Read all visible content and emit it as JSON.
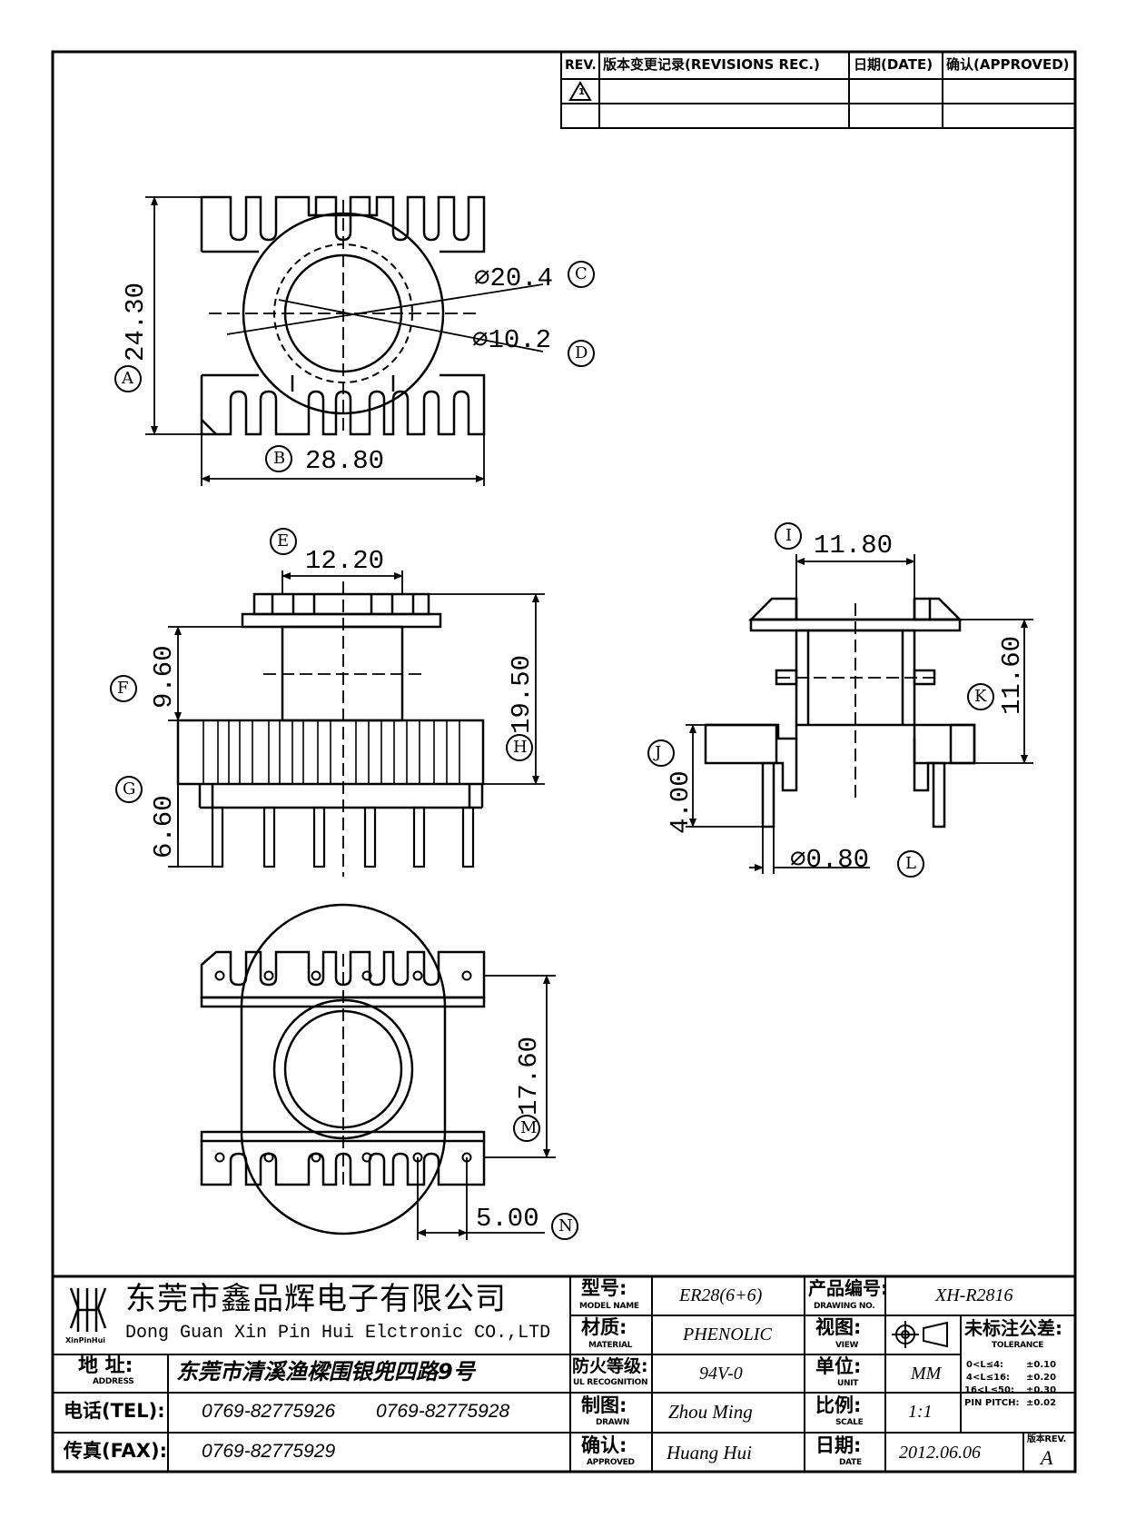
{
  "revision_table": {
    "headers": {
      "rev": "REV.",
      "revisions": "版本变更记录(REVISIONS REC.)",
      "date": "日期(DATE)",
      "approved": "确认(APPROVED)"
    },
    "row1_rev": "1"
  },
  "dimensions": {
    "A": {
      "label": "A",
      "value": "24.30"
    },
    "B": {
      "label": "B",
      "value": "28.80"
    },
    "C": {
      "label": "C",
      "value": "⌀20.4"
    },
    "D": {
      "label": "D",
      "value": "⌀10.2"
    },
    "E": {
      "label": "E",
      "value": "12.20"
    },
    "F": {
      "label": "F",
      "value": "9.60"
    },
    "G": {
      "label": "G",
      "value": "6.60"
    },
    "H": {
      "label": "H",
      "value": "19.50"
    },
    "I": {
      "label": "I",
      "value": "11.80"
    },
    "J": {
      "label": "J",
      "value": "4.00"
    },
    "K": {
      "label": "K",
      "value": "11.60"
    },
    "L": {
      "label": "L",
      "value": "⌀0.80"
    },
    "M": {
      "label": "M",
      "value": "17.60"
    },
    "N": {
      "label": "N",
      "value": "5.00"
    }
  },
  "title_block": {
    "logo_text": "XinPinHui",
    "company_cn": "东莞市鑫品辉电子有限公司",
    "company_en": "Dong Guan Xin Pin Hui Elctronic CO.,LTD",
    "address_label": "地 址:",
    "address_sub": "ADDRESS",
    "address": "东莞市清溪渔樑围银兜四路9号",
    "tel_label": "电话(TEL):",
    "tel1": "0769-82775926",
    "tel2": "0769-82775928",
    "fax_label": "传真(FAX):",
    "fax": "0769-82775929",
    "model_label": "型号:",
    "model_sub": "MODEL NAME",
    "model": "ER28(6+6)",
    "material_label": "材质:",
    "material_sub": "MATERIAL",
    "material": "PHENOLIC",
    "ul_label": "防火等级:",
    "ul_sub": "UL RECOGNITION",
    "ul": "94V-0",
    "drawn_label": "制图:",
    "drawn_sub": "DRAWN",
    "drawn": "Zhou Ming",
    "approved_label": "确认:",
    "approved_sub": "APPROVED",
    "approved": "Huang Hui",
    "drawing_no_label": "产品编号:",
    "drawing_no_sub": "DRAWING NO.",
    "drawing_no": "XH-R2816",
    "view_label": "视图:",
    "view_sub": "VIEW",
    "unit_label": "单位:",
    "unit_sub": "UNIT",
    "unit": "MM",
    "scale_label": "比例:",
    "scale_sub": "SCALE",
    "scale": "1:1",
    "date_label": "日期:",
    "date_sub": "DATE",
    "date": "2012.06.06",
    "tolerance_label": "未标注公差:",
    "tolerance_sub": "TOLERANCE",
    "tolerances": [
      {
        "range": "0<L≤4:",
        "value": "±0.10"
      },
      {
        "range": "4<L≤16:",
        "value": "±0.20"
      },
      {
        "range": "16<L≤50:",
        "value": "±0.30"
      },
      {
        "range": "PIN PITCH:",
        "value": "±0.02"
      }
    ],
    "rev_label": "版本REV.",
    "rev": "A"
  }
}
